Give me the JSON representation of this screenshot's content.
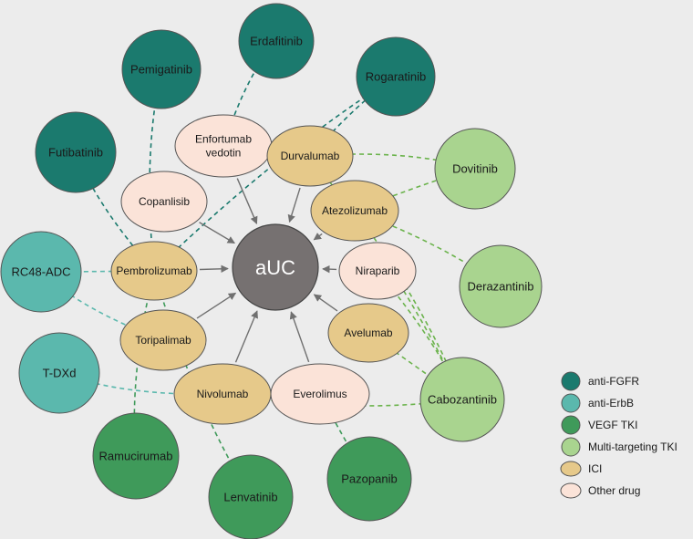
{
  "center": {
    "label": "aUC",
    "color": "#767171"
  },
  "colors": {
    "anti_fgfr": "#1b7a6e",
    "anti_erbb": "#5bb8ad",
    "vegf_tki": "#3f9a5a",
    "multi_tki": "#a9d48f",
    "ici": "#e6c98a",
    "other": "#fbe3d8"
  },
  "inner_nodes": [
    {
      "id": "enfortumab",
      "lines": [
        "Enfortumab",
        "vedotin"
      ],
      "category": "other"
    },
    {
      "id": "durvalumab",
      "lines": [
        "Durvalumab"
      ],
      "category": "ici"
    },
    {
      "id": "copanlisib",
      "lines": [
        "Copanlisib"
      ],
      "category": "other"
    },
    {
      "id": "atezolizumab",
      "lines": [
        "Atezolizumab"
      ],
      "category": "ici"
    },
    {
      "id": "pembrolizumab",
      "lines": [
        "Pembrolizumab"
      ],
      "category": "ici"
    },
    {
      "id": "niraparib",
      "lines": [
        "Niraparib"
      ],
      "category": "other"
    },
    {
      "id": "toripalimab",
      "lines": [
        "Toripalimab"
      ],
      "category": "ici"
    },
    {
      "id": "avelumab",
      "lines": [
        "Avelumab"
      ],
      "category": "ici"
    },
    {
      "id": "nivolumab",
      "lines": [
        "Nivolumab"
      ],
      "category": "ici"
    },
    {
      "id": "everolimus",
      "lines": [
        "Everolimus"
      ],
      "category": "other"
    }
  ],
  "outer_nodes": [
    {
      "id": "erdafitinib",
      "lines": [
        "Erdafitinib"
      ],
      "category": "anti_fgfr"
    },
    {
      "id": "pemigatinib",
      "lines": [
        "Pemigatinib"
      ],
      "category": "anti_fgfr"
    },
    {
      "id": "rogaratinib",
      "lines": [
        "Rogaratinib"
      ],
      "category": "anti_fgfr"
    },
    {
      "id": "futibatinib",
      "lines": [
        "Futibatinib"
      ],
      "category": "anti_fgfr"
    },
    {
      "id": "rc48",
      "lines": [
        "RC48-ADC"
      ],
      "category": "anti_erbb"
    },
    {
      "id": "tdxd",
      "lines": [
        "T-DXd"
      ],
      "category": "anti_erbb"
    },
    {
      "id": "ramucirumab",
      "lines": [
        "Ramucirumab"
      ],
      "category": "vegf_tki"
    },
    {
      "id": "lenvatinib",
      "lines": [
        "Lenvatinib"
      ],
      "category": "vegf_tki"
    },
    {
      "id": "pazopanib",
      "lines": [
        "Pazopanib"
      ],
      "category": "vegf_tki"
    },
    {
      "id": "dovitinib",
      "lines": [
        "Dovitinib"
      ],
      "category": "multi_tki"
    },
    {
      "id": "derazantinib",
      "lines": [
        "Derazantinib"
      ],
      "category": "multi_tki"
    },
    {
      "id": "cabozantinib",
      "lines": [
        "Cabozantinib"
      ],
      "category": "multi_tki"
    }
  ],
  "legend": [
    {
      "category": "anti_fgfr",
      "label": "anti-FGFR"
    },
    {
      "category": "anti_erbb",
      "label": "anti-ErbB"
    },
    {
      "category": "vegf_tki",
      "label": "VEGF TKI"
    },
    {
      "category": "multi_tki",
      "label": "Multi-targeting TKI"
    },
    {
      "category": "ici",
      "label": "ICI"
    },
    {
      "category": "other",
      "label": "Other drug"
    }
  ],
  "combinations": [
    {
      "from": "pembrolizumab",
      "to": "futibatinib",
      "color": "#1b7a6e"
    },
    {
      "from": "pembrolizumab",
      "to": "pemigatinib",
      "color": "#1b7a6e"
    },
    {
      "from": "pembrolizumab",
      "to": "rogaratinib",
      "color": "#1b7a6e"
    },
    {
      "from": "enfortumab",
      "to": "erdafitinib",
      "color": "#1b7a6e"
    },
    {
      "from": "durvalumab",
      "to": "rogaratinib",
      "color": "#1b7a6e"
    },
    {
      "from": "pembrolizumab",
      "to": "rc48",
      "color": "#5bb8ad"
    },
    {
      "from": "toripalimab",
      "to": "rc48",
      "color": "#5bb8ad"
    },
    {
      "from": "nivolumab",
      "to": "tdxd",
      "color": "#5bb8ad"
    },
    {
      "from": "pembrolizumab",
      "to": "ramucirumab",
      "color": "#3f9a5a"
    },
    {
      "from": "pembrolizumab",
      "to": "lenvatinib",
      "color": "#3f9a5a"
    },
    {
      "from": "everolimus",
      "to": "pazopanib",
      "color": "#3f9a5a"
    },
    {
      "from": "durvalumab",
      "to": "cabozantinib",
      "color": "#6bb34c"
    },
    {
      "from": "durvalumab",
      "to": "dovitinib",
      "color": "#6bb34c"
    },
    {
      "from": "atezolizumab",
      "to": "dovitinib",
      "color": "#6bb34c"
    },
    {
      "from": "atezolizumab",
      "to": "derazantinib",
      "color": "#6bb34c"
    },
    {
      "from": "atezolizumab",
      "to": "cabozantinib",
      "color": "#6bb34c"
    },
    {
      "from": "avelumab",
      "to": "cabozantinib",
      "color": "#6bb34c"
    },
    {
      "from": "niraparib",
      "to": "cabozantinib",
      "color": "#6bb34c"
    },
    {
      "from": "nivolumab",
      "to": "cabozantinib",
      "color": "#6bb34c"
    }
  ]
}
